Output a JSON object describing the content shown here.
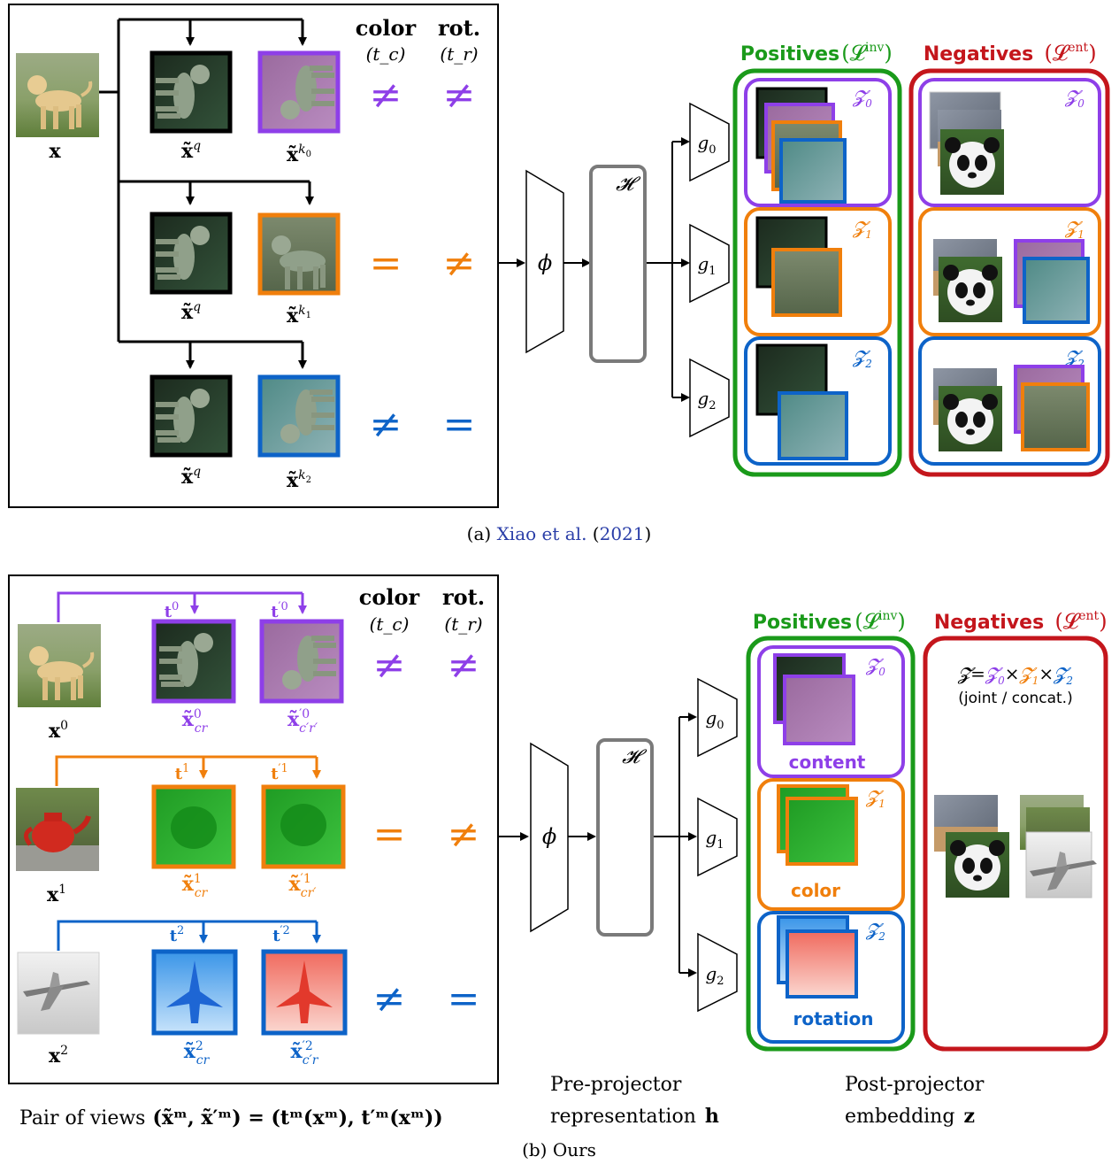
{
  "colors": {
    "purple": "#8e3fe8",
    "orange": "#f07f0c",
    "blue": "#0d63c8",
    "green": "#1a9a1a",
    "red": "#c4161c",
    "gray": "#7a7a7a",
    "black": "#000000"
  },
  "headers": {
    "color": "color",
    "color_sub": "(t_c)",
    "rot": "rot.",
    "rot_sub": "(t_r)"
  },
  "symbols": {
    "neq": "≠",
    "eq": "="
  },
  "network": {
    "phi": "ϕ",
    "H": "𝓗",
    "g0": "g",
    "g1": "g",
    "g2": "g",
    "g0_sub": "0",
    "g1_sub": "1",
    "g2_sub": "2"
  },
  "spaces": {
    "z0": "𝓩",
    "z1": "𝓩",
    "z2": "𝓩",
    "s0": "0",
    "s1": "1",
    "s2": "2"
  },
  "panel_a": {
    "input_label": "x",
    "views": [
      {
        "query": "x̃",
        "query_sup": "q",
        "key": "x̃",
        "key_sup": "k",
        "key_sub": "0",
        "color": "≠",
        "rot": "≠"
      },
      {
        "query": "x̃",
        "query_sup": "q",
        "key": "x̃",
        "key_sup": "k",
        "key_sub": "1",
        "color": "=",
        "rot": "≠"
      },
      {
        "query": "x̃",
        "query_sup": "q",
        "key": "x̃",
        "key_sup": "k",
        "key_sub": "2",
        "color": "≠",
        "rot": "="
      }
    ],
    "positives_title": "Positives",
    "negatives_title": "Negatives",
    "loss_inv": "inv",
    "loss_ent": "ent",
    "caption_prefix": "(a) ",
    "caption_author": "Xiao et al.",
    "caption_year_open": " (",
    "caption_year": "2021",
    "caption_year_close": ")"
  },
  "panel_b": {
    "rows": [
      {
        "input": "x",
        "input_sup": "0",
        "t": "t",
        "t_sup": "0",
        "tp": "t",
        "tp_sup": "′0",
        "v1": "x̃",
        "v1_sup": "0",
        "v1_sub": "cr",
        "v2": "x̃",
        "v2_sup": "′0",
        "v2_sub": "c′r′",
        "color": "≠",
        "rot": "≠"
      },
      {
        "input": "x",
        "input_sup": "1",
        "t": "t",
        "t_sup": "1",
        "tp": "t",
        "tp_sup": "′1",
        "v1": "x̃",
        "v1_sup": "1",
        "v1_sub": "cr",
        "v2": "x̃",
        "v2_sup": "′1",
        "v2_sub": "cr′",
        "color": "=",
        "rot": "≠"
      },
      {
        "input": "x",
        "input_sup": "2",
        "t": "t",
        "t_sup": "2",
        "tp": "t",
        "tp_sup": "′2",
        "v1": "x̃",
        "v1_sup": "2",
        "v1_sub": "cr",
        "v2": "x̃",
        "v2_sup": "′2",
        "v2_sub": "c′r",
        "color": "≠",
        "rot": "="
      }
    ],
    "positives_title": "Positives",
    "negatives_title": "Negatives",
    "loss_inv": "inv",
    "loss_ent": "ent",
    "pos_labels": [
      "content",
      "color",
      "rotation"
    ],
    "joint_eq": "𝓩 = 𝓩0×𝓩1×𝓩2",
    "joint_note": "(joint / concat.)",
    "pair_of_views": "Pair of views",
    "pair_formula": "(x̃ᵐ, x̃′ᵐ) = (tᵐ(xᵐ), t′ᵐ(xᵐ))",
    "pre_projector_1": "Pre-projector",
    "pre_projector_2": "representation",
    "pre_projector_sym": "h",
    "post_projector_1": "Post-projector",
    "post_projector_2": "embedding",
    "post_projector_sym": "z",
    "caption": "(b) Ours"
  }
}
